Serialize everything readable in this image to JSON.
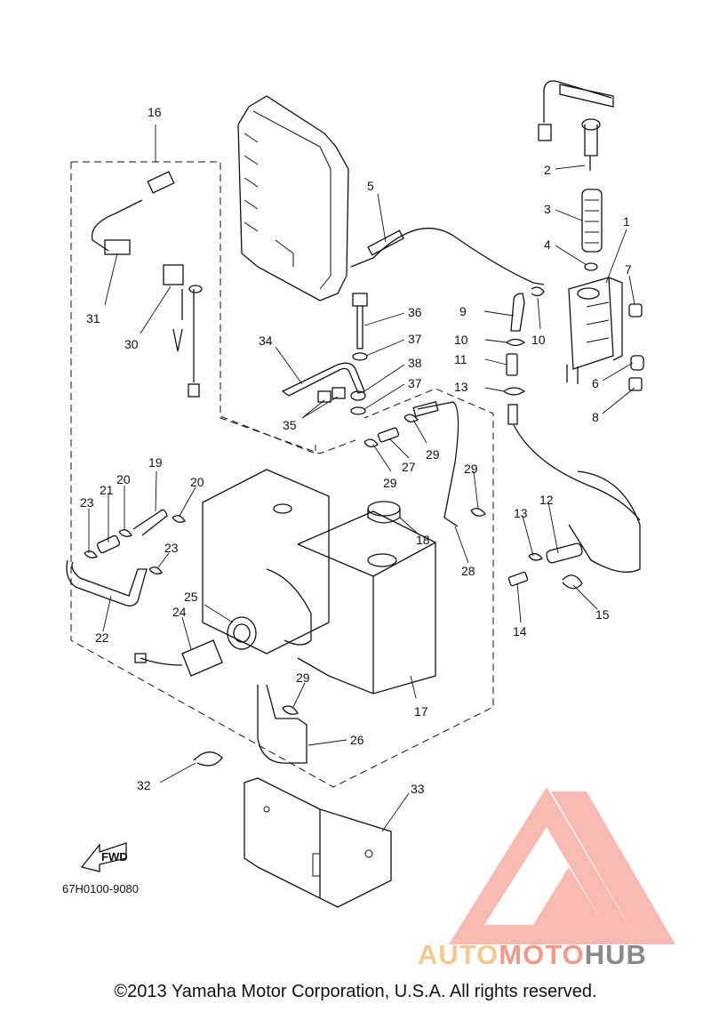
{
  "diagram": {
    "part_code": "67H0100-9080",
    "fwd_label": "FWD",
    "copyright": "©2013 Yamaha Motor Corporation, U.S.A. All rights reserved.",
    "brand": {
      "part1": "AUTO",
      "part2": "MOTO",
      "part3": "HUB"
    },
    "callouts": [
      "1",
      "2",
      "3",
      "4",
      "5",
      "6",
      "7",
      "8",
      "9",
      "10",
      "10",
      "11",
      "13",
      "13",
      "12",
      "14",
      "15",
      "16",
      "17",
      "18",
      "19",
      "20",
      "20",
      "21",
      "22",
      "23",
      "23",
      "24",
      "25",
      "26",
      "27",
      "28",
      "29",
      "29",
      "29",
      "29",
      "30",
      "31",
      "32",
      "33",
      "34",
      "35",
      "36",
      "37",
      "37",
      "38"
    ]
  },
  "colors": {
    "brand_orange": "#f7c88e",
    "brand_red": "#f5998a",
    "brand_gray": "#8a8a8a",
    "line": "#111111"
  }
}
